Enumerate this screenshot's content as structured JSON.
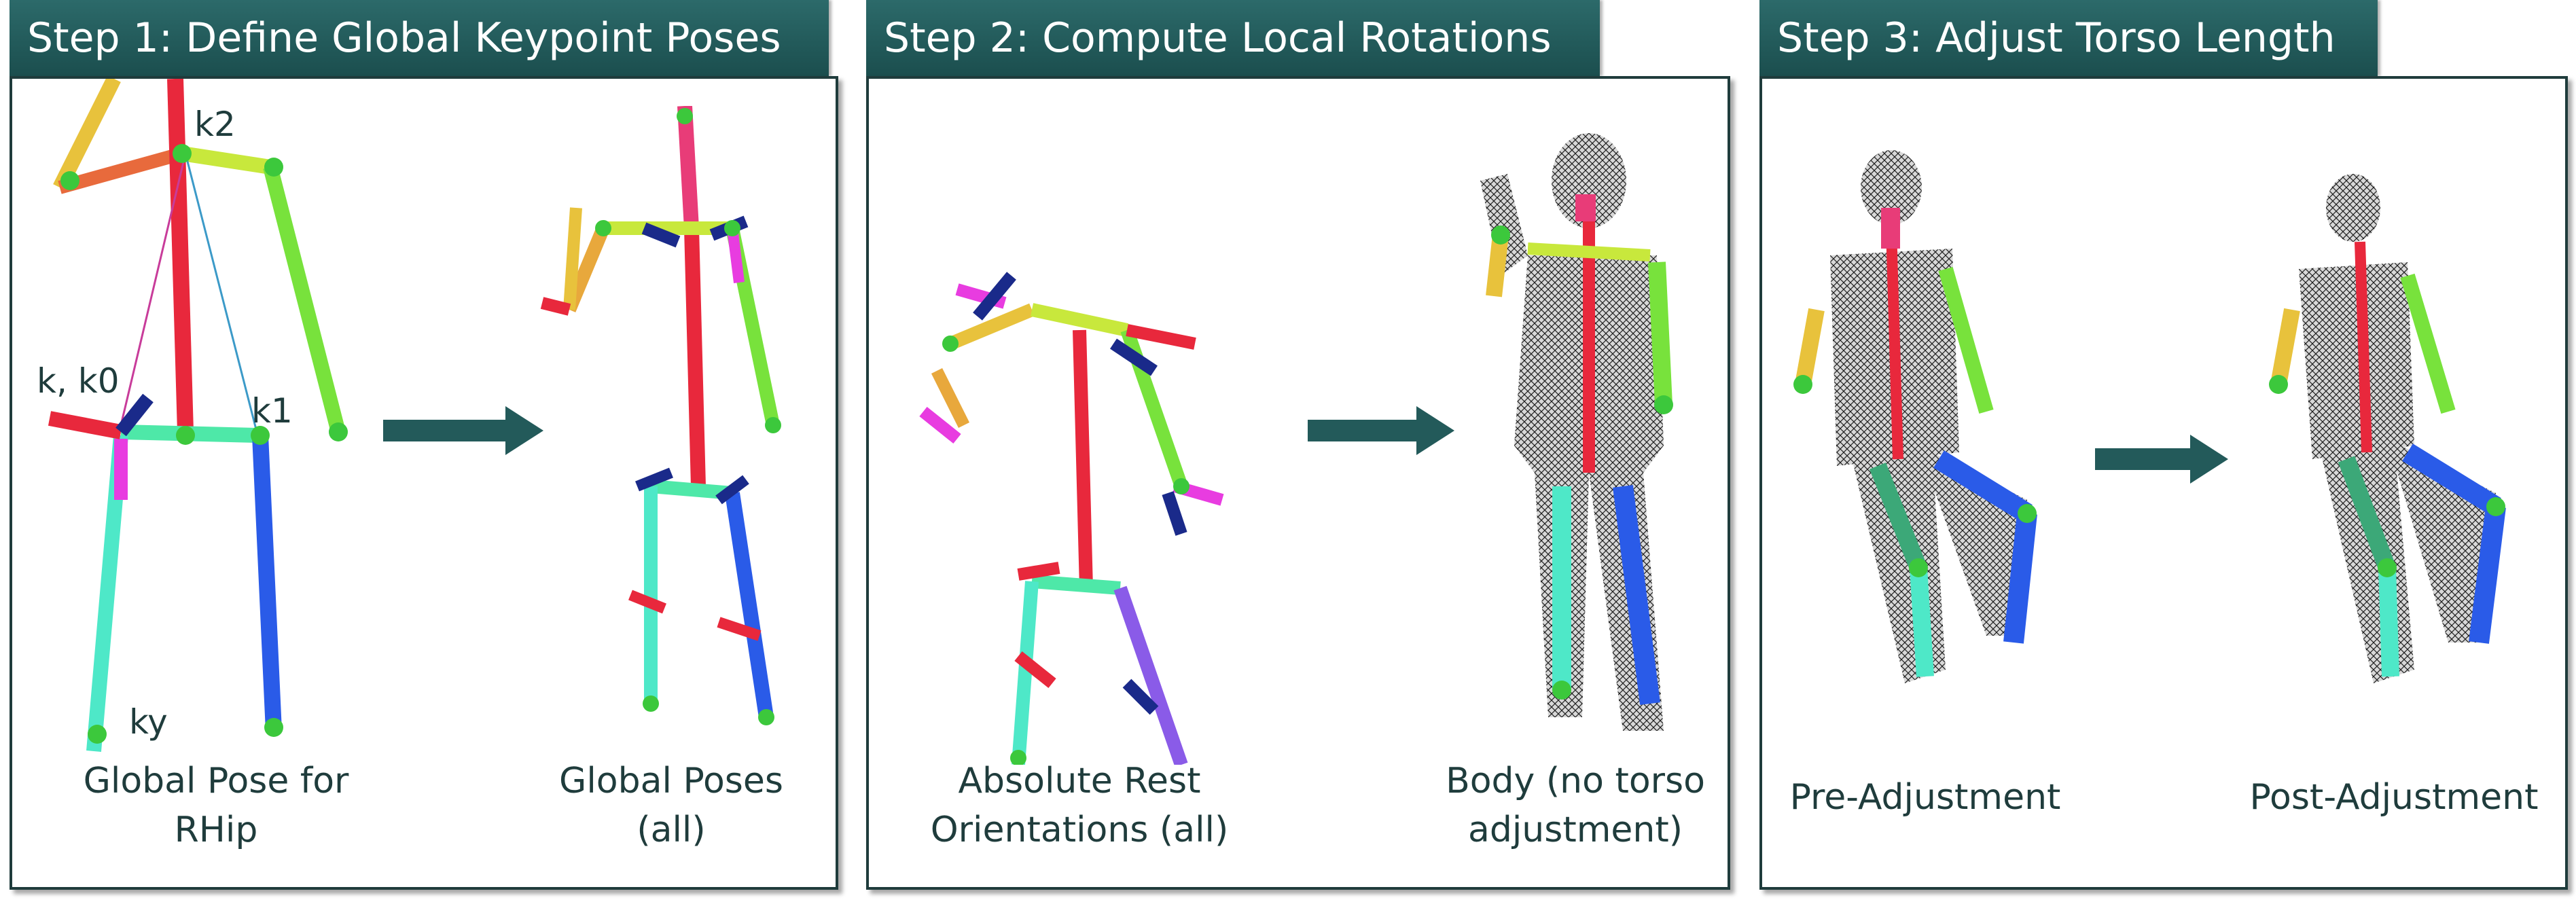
{
  "steps": [
    {
      "title": "Step 1: Define Global Keypoint Poses"
    },
    {
      "title": "Step 2: Compute Local Rotations"
    },
    {
      "title": "Step 3: Adjust Torso Length"
    }
  ],
  "captions": {
    "global_pose_rhip": "Global Pose for\nRHip",
    "global_poses_all": "Global Poses\n(all)",
    "absolute_rest": "Absolute Rest\nOrientations (all)",
    "body_no_torso": "Body (no torso\nadjustment)",
    "pre_adjustment": "Pre-Adjustment",
    "post_adjustment": "Post-Adjustment"
  },
  "keypoint_labels": {
    "k2": "k2",
    "k_k0": "k, k0",
    "k1": "k1",
    "ky": "ky"
  },
  "colors": {
    "tab_bg": "#1f5252",
    "panel_border": "#1f3c3c",
    "arrow": "#235a5a",
    "bone_red": "#e8283c",
    "bone_green": "#78e23c",
    "bone_cyan": "#4ee8c8",
    "bone_blue": "#2a5be8",
    "bone_yellow": "#e8c23c",
    "bone_magenta": "#e83ce0",
    "joint_green": "#3cc83c",
    "axis_navy": "#1a2a8a"
  }
}
